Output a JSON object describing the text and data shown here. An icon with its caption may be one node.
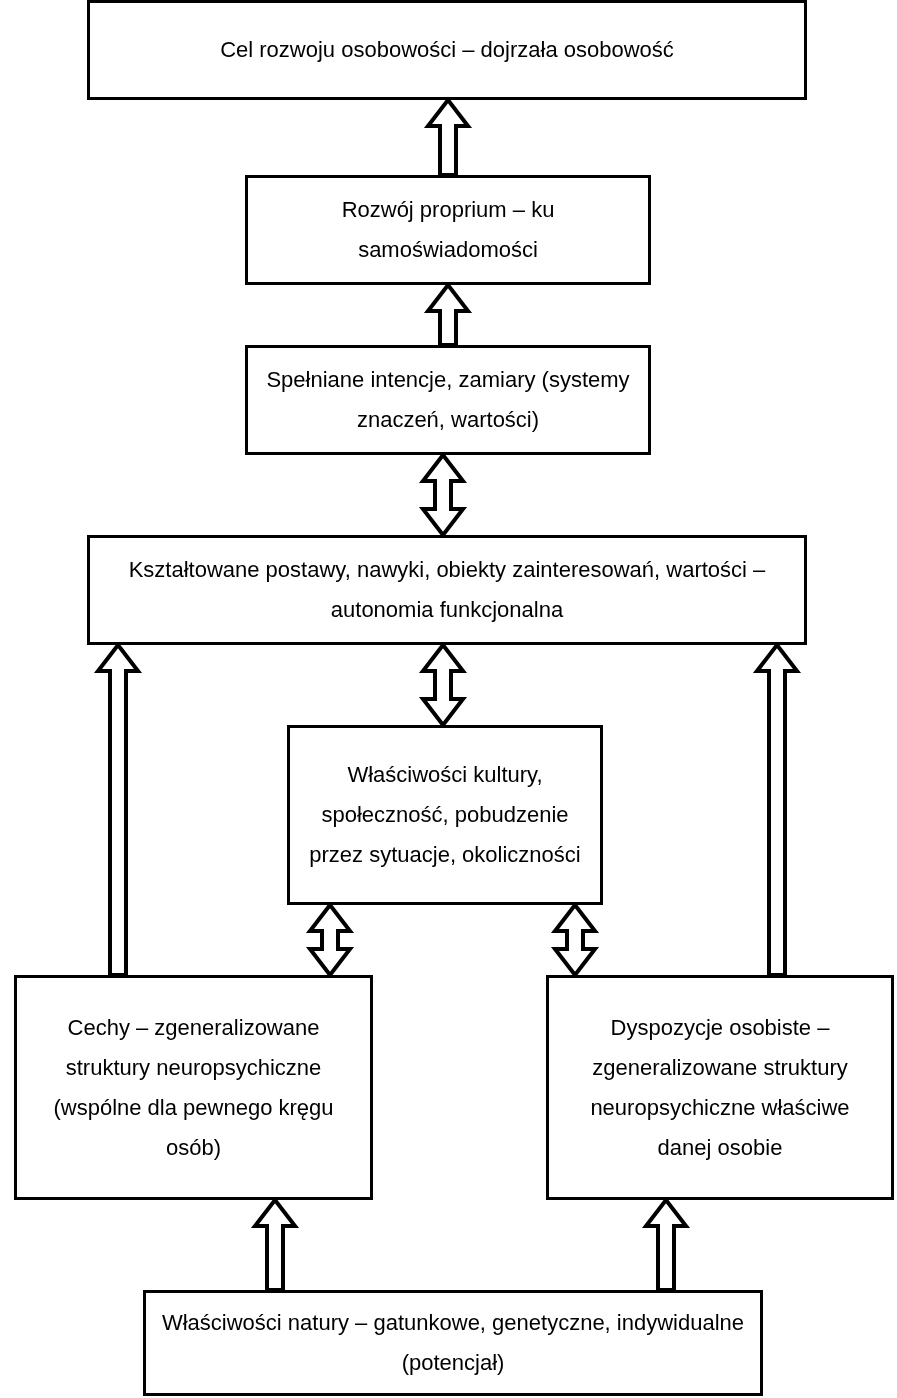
{
  "diagram": {
    "nodes": [
      {
        "text": [
          "Cel rozwoju osobowości – dojrzała osobowość"
        ]
      },
      {
        "text": [
          "Rozwój proprium – ku samoświadomości"
        ]
      },
      {
        "text": [
          "Spełniane intencje, zamiary (systemy znaczeń, wartości)"
        ]
      },
      {
        "text": [
          "Kształtowane postawy, nawyki, obiekty zainteresowań, wartości – autonomia funkcjonalna"
        ]
      },
      {
        "text": [
          "Właściwości kultury, społeczność, pobudzenie przez sytuacje, okoliczności"
        ]
      },
      {
        "text": [
          "Cechy – zgeneralizowane struktury neuropsychiczne (wspólne dla pewnego kręgu osób)"
        ]
      },
      {
        "text": [
          "Dyspozycje osobiste – zgeneralizowane struktury neuropsychiczne właściwe danej osobie"
        ]
      },
      {
        "text": [
          "Właściwości natury – gatunkowe, genetyczne, indywidualne (potencjał)"
        ]
      }
    ],
    "edges": [
      {
        "from": 1,
        "to": 0,
        "arrow": "to"
      },
      {
        "from": 2,
        "to": 1,
        "arrow": "to"
      },
      {
        "from": 2,
        "to": 3,
        "arrow": "both"
      },
      {
        "from": 3,
        "to": 4,
        "arrow": "both"
      },
      {
        "from": 4,
        "to": 5,
        "arrow": "both"
      },
      {
        "from": 4,
        "to": 6,
        "arrow": "both"
      },
      {
        "from": 5,
        "to": 3,
        "arrow": "to"
      },
      {
        "from": 6,
        "to": 3,
        "arrow": "to"
      },
      {
        "from": 7,
        "to": 5,
        "arrow": "to"
      },
      {
        "from": 7,
        "to": 6,
        "arrow": "to"
      }
    ]
  }
}
